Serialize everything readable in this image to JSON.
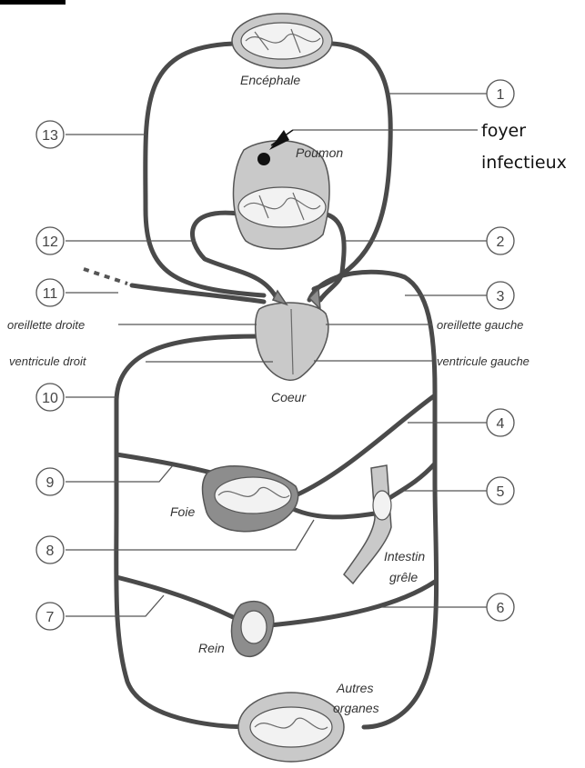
{
  "organs": {
    "encephale": "Encéphale",
    "poumon": "Poumon",
    "coeur": "Coeur",
    "foie": "Foie",
    "intestin_line1": "Intestin",
    "intestin_line2": "grêle",
    "rein": "Rein",
    "autres_line1": "Autres",
    "autres_line2": "organes"
  },
  "heart_labels": {
    "oreillette_droite": "oreillette droite",
    "ventricule_droit": "ventricule droit",
    "oreillette_gauche": "oreillette gauche",
    "ventricule_gauche": "ventricule gauche"
  },
  "annotation": {
    "line1": "foyer",
    "line2": "infectieux"
  },
  "numbers": [
    "1",
    "2",
    "3",
    "4",
    "5",
    "6",
    "7",
    "8",
    "9",
    "10",
    "11",
    "12",
    "13"
  ]
}
